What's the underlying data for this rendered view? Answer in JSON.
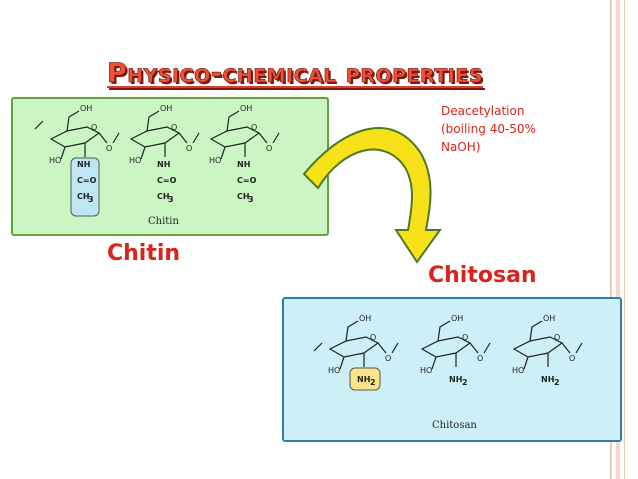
{
  "slide": {
    "title": "Physico-chemical properties",
    "colors": {
      "title": "#f0503a",
      "label": "#d8241c",
      "chitin_bg": "#ccf5c4",
      "chitosan_bg": "#cdeff7",
      "arrow": "#f7e21a"
    }
  },
  "chitin": {
    "label": "Chitin",
    "caption": "Chitin",
    "groups": {
      "oh_top": "OH",
      "ho_left": "HO",
      "ring_o": "O",
      "nh": "NH",
      "co": "C=O",
      "ch": "CH",
      "sub3": "3"
    }
  },
  "chitosan": {
    "label": "Chitosan",
    "caption": "Chitosan",
    "groups": {
      "oh_top": "OH",
      "ho_left": "HO",
      "ring_o": "O",
      "nh": "NH",
      "sub2": "2"
    }
  },
  "reaction": {
    "line1": "Deacetylation",
    "line2": "(boiling 40-50%",
    "line3": "NaOH)"
  }
}
